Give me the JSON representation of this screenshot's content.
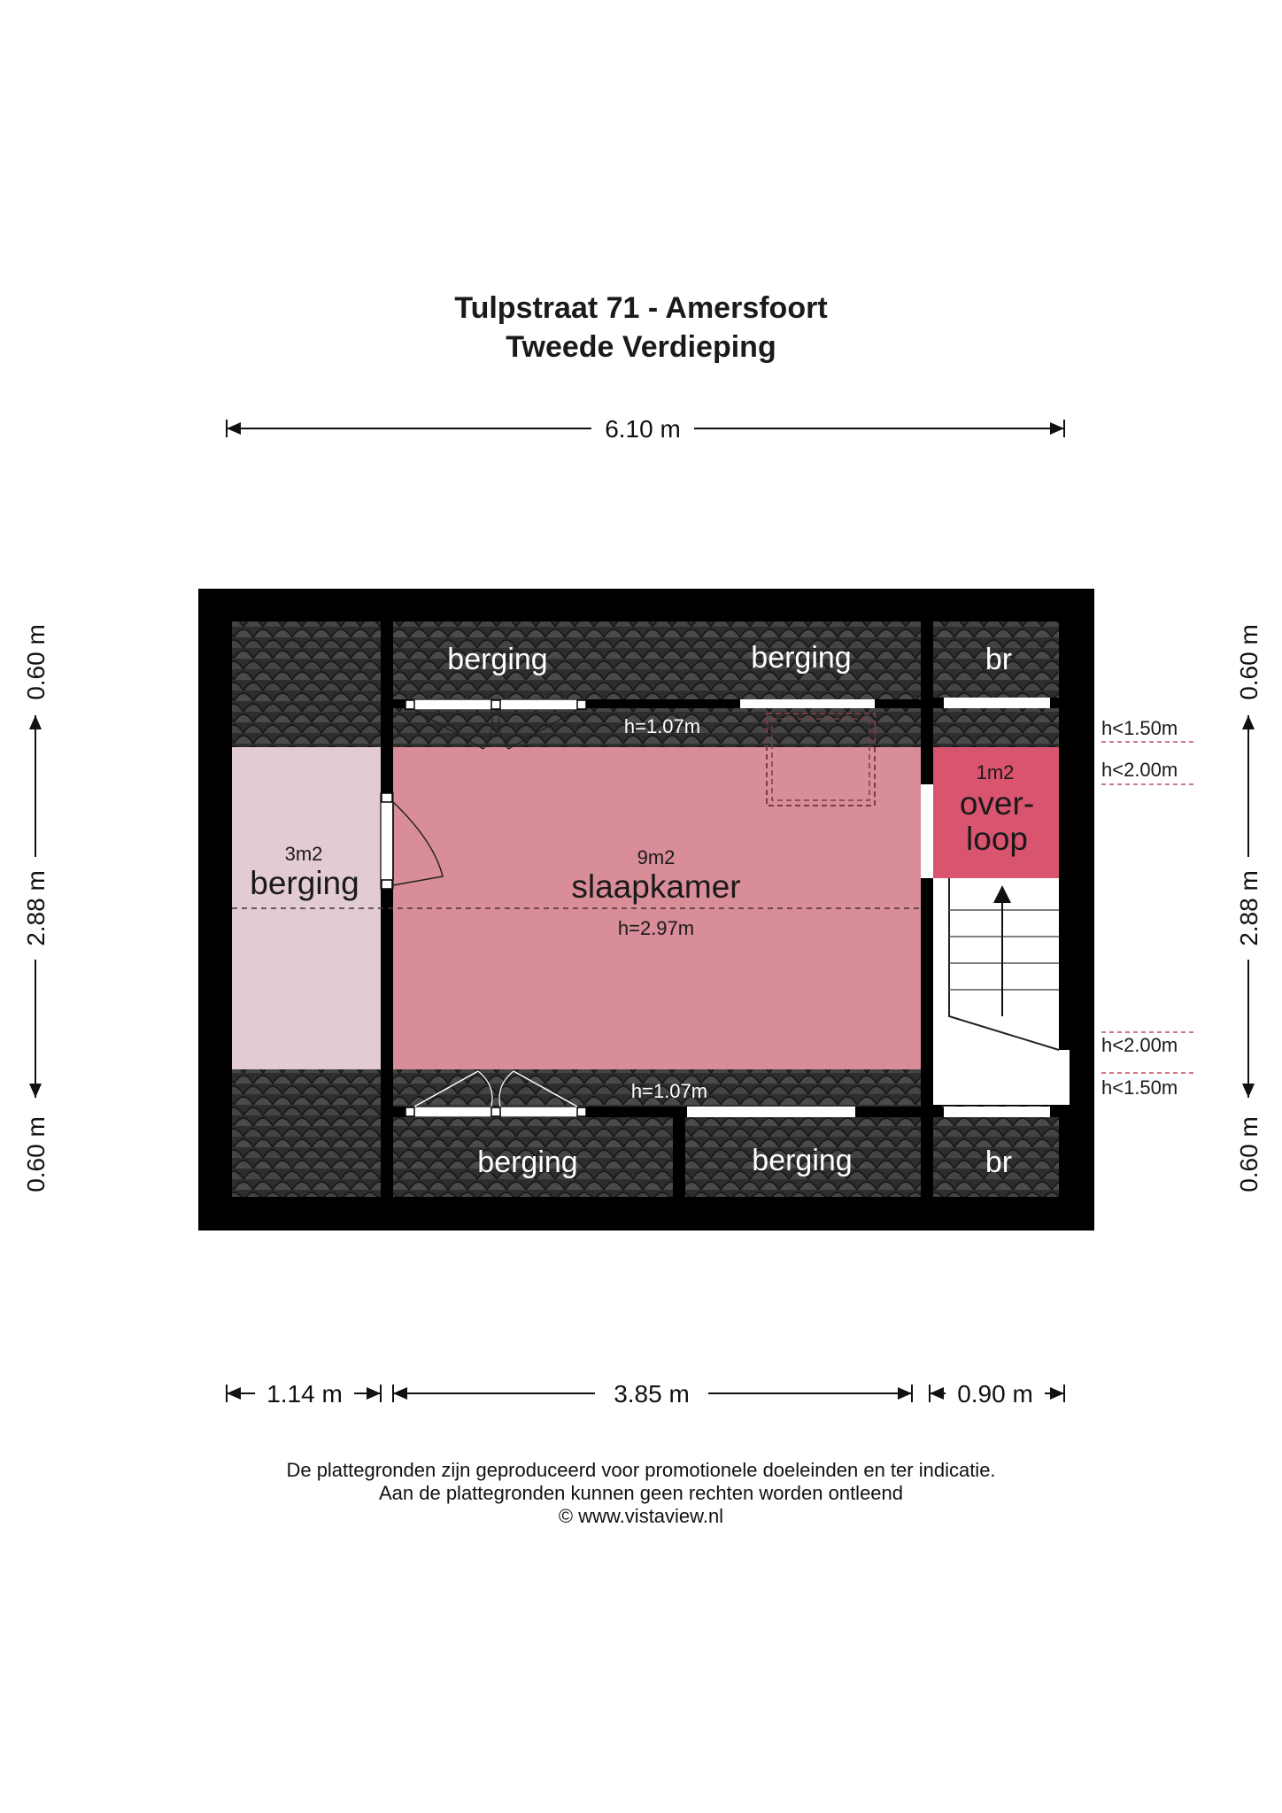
{
  "header": {
    "line1": "Tulpstraat 71 - Amersfoort",
    "line2": "Tweede Verdieping"
  },
  "dimensions": {
    "top_width": "6.10 m",
    "left_top": "0.60 m",
    "left_middle": "2.88 m",
    "left_bottom": "0.60 m",
    "right_top": "0.60 m",
    "right_middle": "2.88 m",
    "right_bottom": "0.60 m",
    "bottom_left": "1.14 m",
    "bottom_middle": "3.85 m",
    "bottom_right": "0.90 m"
  },
  "rooms": {
    "berging_west": {
      "area": "3m2",
      "name": "berging"
    },
    "slaapkamer": {
      "area": "9m2",
      "name": "slaapkamer",
      "height": "h=2.97m"
    },
    "overloop": {
      "area": "1m2",
      "name_line1": "over-",
      "name_line2": "loop"
    }
  },
  "eaves": {
    "top_1": "berging",
    "top_2": "berging",
    "top_3": "br",
    "bottom_1": "berging",
    "bottom_2": "berging",
    "bottom_3": "br",
    "top_height": "h=1.07m",
    "bottom_height": "h=1.07m"
  },
  "height_lines": {
    "r1": "h<1.50m",
    "r2": "h<2.00m",
    "r3": "h<2.00m",
    "r4": "h<1.50m"
  },
  "colors": {
    "wall": "#000000",
    "slaapkamer": "#d88d98",
    "berging": "#e3cbd3",
    "overloop": "#d9546f",
    "roof_tile": "#3a3a3a"
  },
  "footer": {
    "line1": "De plattegronden zijn geproduceerd voor promotionele doeleinden en ter indicatie.",
    "line2": "Aan de plattegronden kunnen geen rechten worden ontleend",
    "line3": "© www.vistaview.nl"
  }
}
